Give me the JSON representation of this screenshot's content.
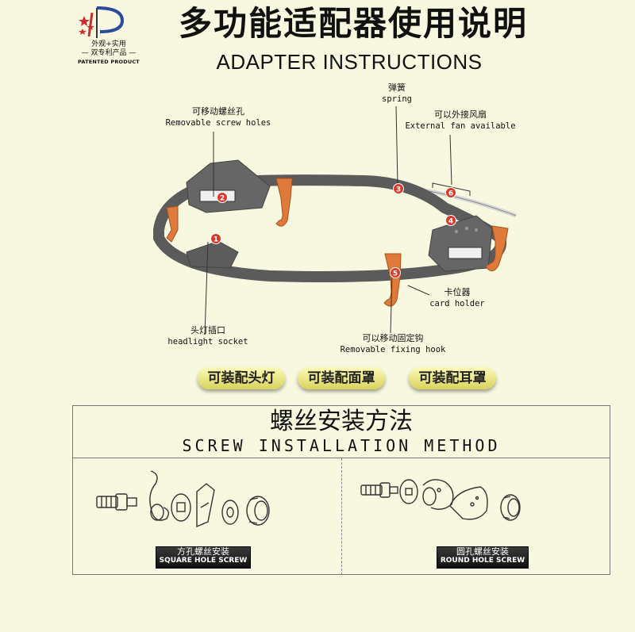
{
  "logo": {
    "tagline_1": "外观+实用",
    "tagline_2": "— 双专利产品 —",
    "tagline_3": "PATENTED PRODUCT"
  },
  "title": {
    "cn": "多功能适配器使用说明",
    "en": "ADAPTER INSTRUCTIONS"
  },
  "callouts": {
    "spring": {
      "cn": "弹簧",
      "en": "spring"
    },
    "screw_holes": {
      "cn": "可移动螺丝孔",
      "en": "Removable screw holes"
    },
    "fan": {
      "cn": "可以外接风扇",
      "en": "External fan available"
    },
    "card_holder": {
      "cn": "卡位器",
      "en": "card holder"
    },
    "headlight": {
      "cn": "头灯插口",
      "en": "headlight socket"
    },
    "hook": {
      "cn": "可以移动固定钩",
      "en": "Removable fixing hook"
    }
  },
  "markers": [
    "1",
    "2",
    "3",
    "4",
    "5",
    "6"
  ],
  "buttons": {
    "headlight": "可装配头灯",
    "mask": "可装配面罩",
    "earmuff": "可装配耳罩"
  },
  "install": {
    "title_cn": "螺丝安装方法",
    "title_en": "SCREW INSTALLATION METHOD",
    "square": {
      "cn": "方孔螺丝安装",
      "en": "SQUARE HOLE SCREW"
    },
    "round": {
      "cn": "圆孔螺丝安装",
      "en": "ROUND HOLE SCREW"
    }
  },
  "colors": {
    "background": "#f7f8df",
    "frame": "#5f5f5f",
    "hook": "#e07a3a",
    "marker": "#d83a2c",
    "button_top": "#fdfbb8",
    "button_bottom": "#d8d35c"
  }
}
